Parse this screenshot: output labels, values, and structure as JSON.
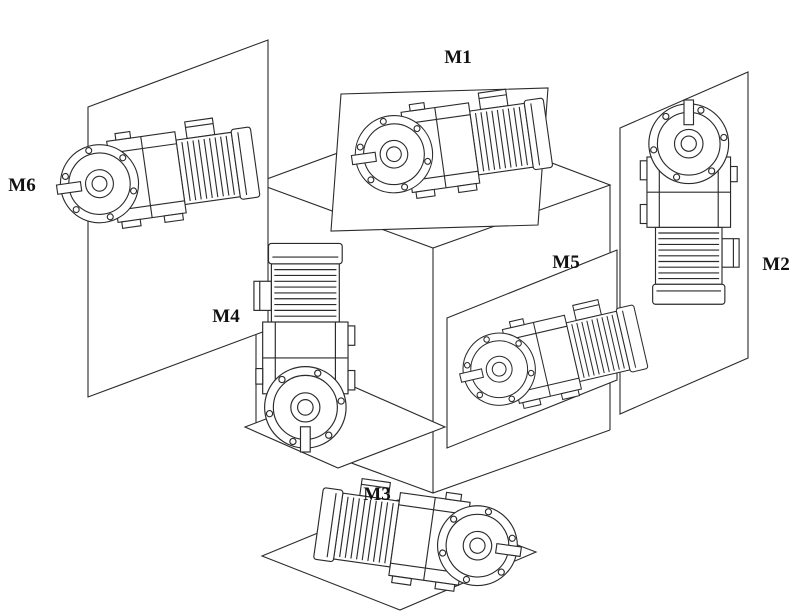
{
  "diagram": {
    "background_color": "#ffffff",
    "line_color": "#2b2b2b",
    "label_color": "#111111",
    "labels": {
      "m1": "M1",
      "m2": "M2",
      "m3": "M3",
      "m4": "M4",
      "m5": "M5",
      "m6": "M6"
    }
  }
}
